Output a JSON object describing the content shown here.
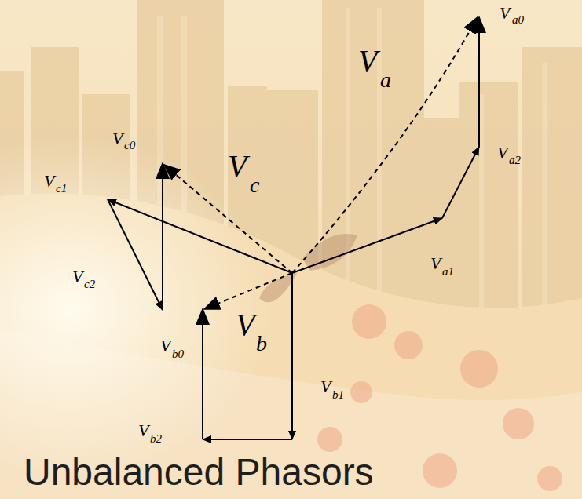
{
  "diagram": {
    "title": "Unbalanced Phasors",
    "labels": [
      "V",
      "a0",
      "V",
      "a",
      "V",
      "c0",
      "V",
      "c",
      "V",
      "c1",
      "V",
      "a2",
      "V",
      "c2",
      "V",
      "a1",
      "V",
      "b",
      "V",
      "b0",
      "V",
      "b1",
      "V",
      "b2"
    ]
  }
}
